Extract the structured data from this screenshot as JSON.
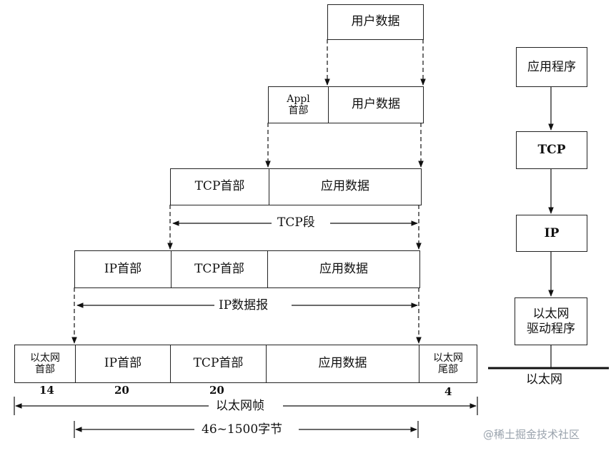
{
  "encapsulation": {
    "row1": {
      "user_data": "用户数据"
    },
    "row2": {
      "appl_header": "Appl\n首部",
      "user_data": "用户数据"
    },
    "row3": {
      "tcp_header": "TCP首部",
      "app_data": "应用数据"
    },
    "tcp_segment": "TCP段",
    "row4": {
      "ip_header": "IP首部",
      "tcp_header": "TCP首部",
      "app_data": "应用数据"
    },
    "ip_datagram": "IP数据报",
    "row5": {
      "eth_header": "以太网\n首部",
      "ip_header": "IP首部",
      "tcp_header": "TCP首部",
      "app_data": "应用数据",
      "eth_trailer": "以太网\n尾部"
    },
    "sizes": {
      "eth_header": "14",
      "ip_header": "20",
      "tcp_header": "20",
      "eth_trailer": "4"
    },
    "ethernet_frame": "以太网帧",
    "payload_range": "46~1500字节"
  },
  "stack": {
    "application": "应用程序",
    "tcp": "TCP",
    "ip": "IP",
    "driver": "以太网\n驱动程序",
    "medium": "以太网"
  },
  "watermark": "@稀土掘金技术社区"
}
